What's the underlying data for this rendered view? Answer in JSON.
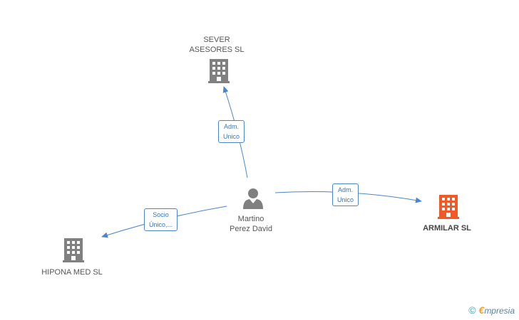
{
  "nodes": {
    "sever": {
      "line1": "SEVER",
      "line2": "ASESORES SL"
    },
    "person": {
      "line1": "Martino",
      "line2": "Perez David"
    },
    "armilar": {
      "name": "ARMILAR SL"
    },
    "hipona": {
      "name": "HIPONA MED  SL"
    }
  },
  "edges": {
    "to_sever": {
      "line1": "Adm.",
      "line2": "Unico"
    },
    "to_armilar": {
      "line1": "Adm.",
      "line2": "Unico"
    },
    "to_hipona": {
      "line1": "Socio",
      "line2": "Único,..."
    }
  },
  "brand": {
    "copyright": "©",
    "e": "€",
    "rest": "mpresia"
  },
  "colors": {
    "building_gray": "#808080",
    "building_highlight": "#f05a28",
    "edge": "#4a86c8",
    "person": "#808080"
  }
}
